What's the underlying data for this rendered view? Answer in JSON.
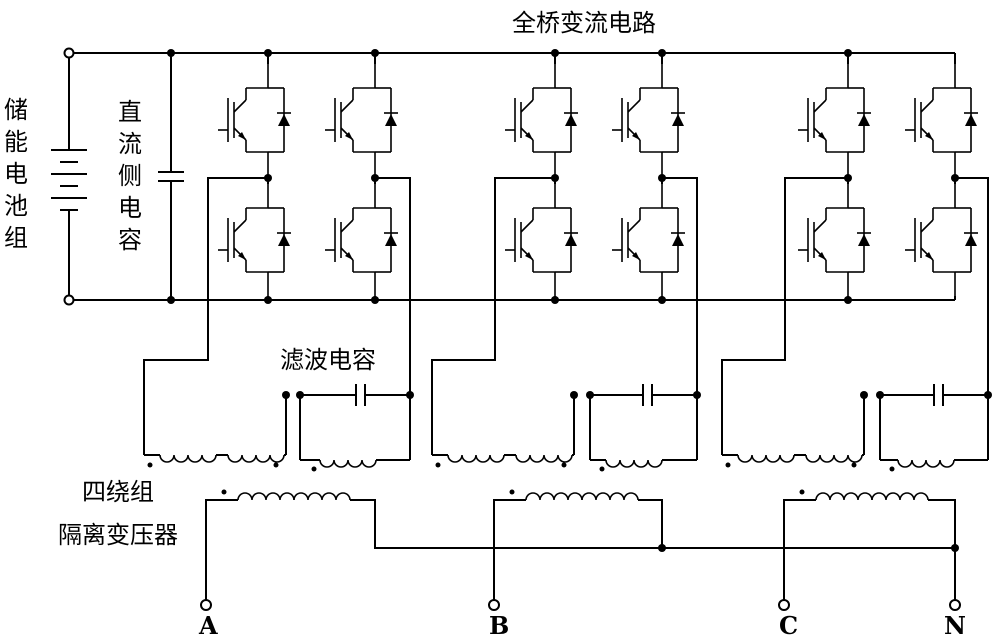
{
  "labels": {
    "full_bridge": "全桥变流电路",
    "battery": [
      "储",
      "能",
      "电",
      "池",
      "组"
    ],
    "dc_cap": [
      "直",
      "流",
      "侧",
      "电",
      "容"
    ],
    "filter_cap": "滤波电容",
    "transformer_line1": "四绕组",
    "transformer_line2": "隔离变压器"
  },
  "terminals": [
    "A",
    "B",
    "C",
    "N"
  ]
}
